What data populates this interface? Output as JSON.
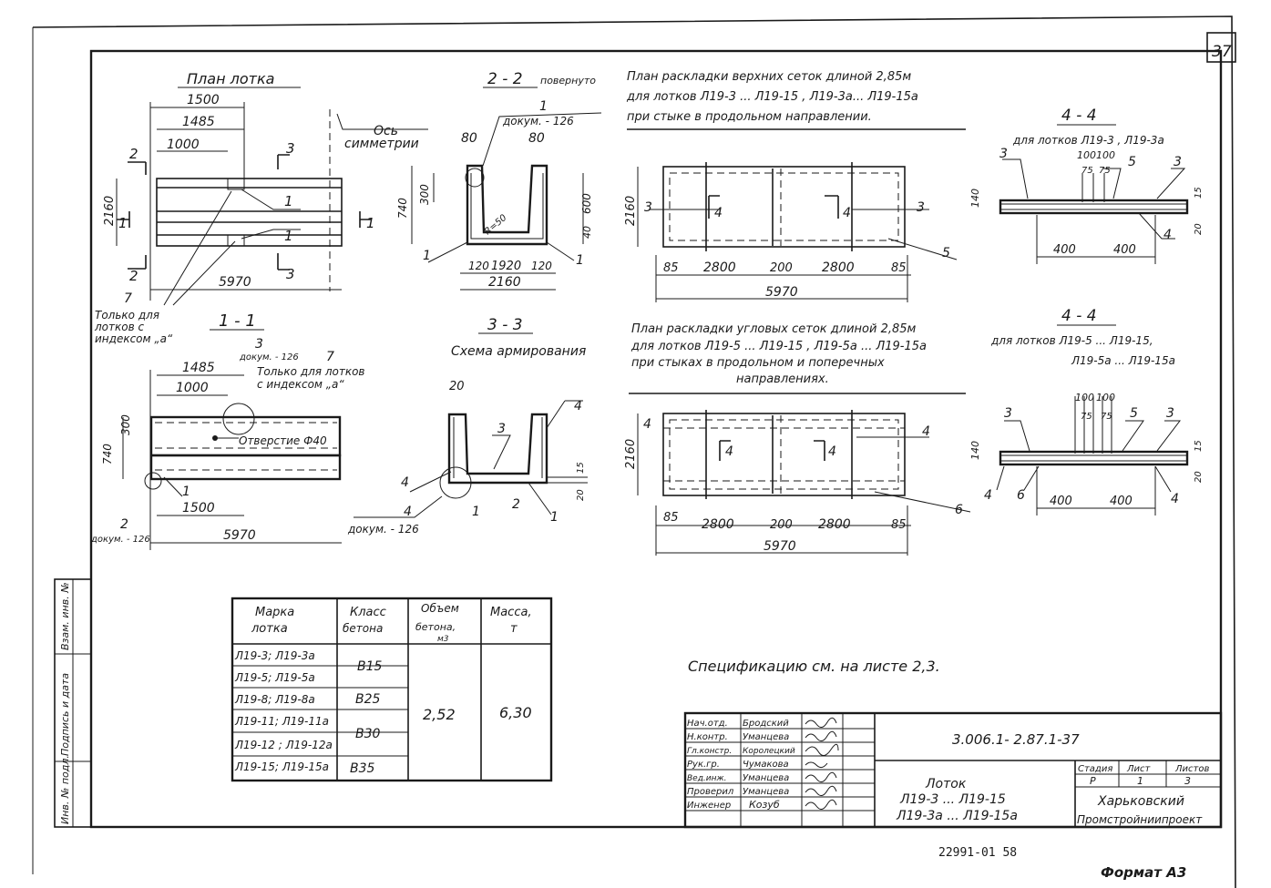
{
  "sheet_number_corner": "37",
  "plan": {
    "title": "План лотка",
    "dims": [
      "1500",
      "1485",
      "1000",
      "2160",
      "5970"
    ],
    "axis": [
      "Ось",
      "симметрии"
    ],
    "section_marks": [
      "2",
      "3",
      "1",
      "1",
      "2",
      "3"
    ],
    "leader_nums": [
      "1",
      "1",
      "7"
    ],
    "note": [
      "Только для",
      "лотков с",
      "индексом „а“"
    ]
  },
  "sec22": {
    "title": "2 - 2",
    "subtitle": "повернуто",
    "ref": "докум. - 126",
    "ref_num": "1",
    "dims": [
      "80",
      "80",
      "300",
      "740",
      "600",
      "40",
      "R=50",
      "120",
      "1920",
      "120",
      "2160",
      "1",
      "1"
    ]
  },
  "plan_top": {
    "title_lines": [
      "План раскладки верхних сеток длиной 2,85м",
      "для лотков Л19-3 ... Л19-15 , Л19-3а... Л19-15а",
      "при стыке в продольном направлении."
    ],
    "dims": [
      "2160",
      "3",
      "4",
      "4",
      "3",
      "5",
      "85",
      "2800",
      "200",
      "2800",
      "85",
      "5970"
    ]
  },
  "sec44a": {
    "title": "4 - 4",
    "subtitle": "для лотков Л19-3 , Л19-3а",
    "dims": [
      "100",
      "100",
      "75",
      "75",
      "3",
      "5",
      "3",
      "140",
      "15",
      "20",
      "4",
      "400",
      "400"
    ]
  },
  "sec11": {
    "title": "1 - 1",
    "ref": "докум. - 126",
    "ref_num": "3",
    "leader7": "7",
    "note": [
      "Только для лотков",
      "с индексом „а“"
    ],
    "hole": "Отверстие Ф40",
    "dims": [
      "1485",
      "1000",
      "300",
      "740",
      "1",
      "1500",
      "2",
      "5970"
    ],
    "ref2": "докум. - 126"
  },
  "sec33": {
    "title": "3 - 3",
    "subtitle": "Схема армирования",
    "nums": [
      "20",
      "4",
      "3",
      "15",
      "4",
      "4",
      "1",
      "2",
      "1",
      "20"
    ],
    "ref": "докум. - 126"
  },
  "plan_corner": {
    "title_lines": [
      "План раскладки угловых сеток длиной 2,85м",
      "для лотков Л19-5 ... Л19-15 , Л19-5а ... Л19-15а",
      "при стыках в продольном и поперечных",
      "направлениях."
    ],
    "dims": [
      "2160",
      "4",
      "4",
      "4",
      "4",
      "6",
      "85",
      "2800",
      "200",
      "2800",
      "85",
      "5970"
    ]
  },
  "sec44b": {
    "title": "4 - 4",
    "subtitle": [
      "для лотков Л19-5 ... Л19-15,",
      "Л19-5а ... Л19-15а"
    ],
    "dims": [
      "100",
      "100",
      "75",
      "75",
      "3",
      "5",
      "3",
      "140",
      "15",
      "20",
      "4",
      "6",
      "400",
      "400",
      "4"
    ]
  },
  "table": {
    "headers": [
      [
        "Марка",
        "лотка"
      ],
      [
        "Класс",
        "бетона"
      ],
      [
        "Объем",
        "бетона,",
        "м3"
      ],
      [
        "Масса,",
        "т"
      ]
    ],
    "rows": [
      {
        "mark": "Л19-3; Л19-3а",
        "cls": "В15"
      },
      {
        "mark": "Л19-5; Л19-5а",
        "cls": ""
      },
      {
        "mark": "Л19-8; Л19-8а",
        "cls": "В25"
      },
      {
        "mark": "Л19-11; Л19-11а",
        "cls": ""
      },
      {
        "mark": "Л19-12 ; Л19-12а",
        "cls": "В30"
      },
      {
        "mark": "Л19-15; Л19-15а",
        "cls": "В35"
      }
    ],
    "volume": "2,52",
    "mass": "6,30"
  },
  "spec_note": "Спецификацию см. на листе 2,3.",
  "stamp": {
    "doc_code": "3.006.1- 2.87.1-37",
    "roles": [
      "Нач.отд.",
      "Н.контр.",
      "Гл.констр.",
      "Рук.гр.",
      "Вед.инж.",
      "Проверил",
      "Инженер"
    ],
    "names": [
      "Бродский",
      "Уманцева",
      "Королецкий",
      "Чумакова",
      "Уманцева",
      "Уманцева",
      "Козуб"
    ],
    "title": [
      "Лоток",
      "Л19-3 ... Л19-15",
      "Л19-3а ... Л19-15а"
    ],
    "stage_label": "Стадия",
    "sheet_label": "Лист",
    "sheets_label": "Листов",
    "stage": "Р",
    "sheet": "1",
    "sheets": "3",
    "org": [
      "Харьковский",
      "Промстройниипроект"
    ]
  },
  "side_stamp": [
    "Инв. № подл.",
    "Подпись и дата",
    "Взам. инв. №"
  ],
  "bottom_code": "22991-01   58",
  "format": "Формат А3"
}
